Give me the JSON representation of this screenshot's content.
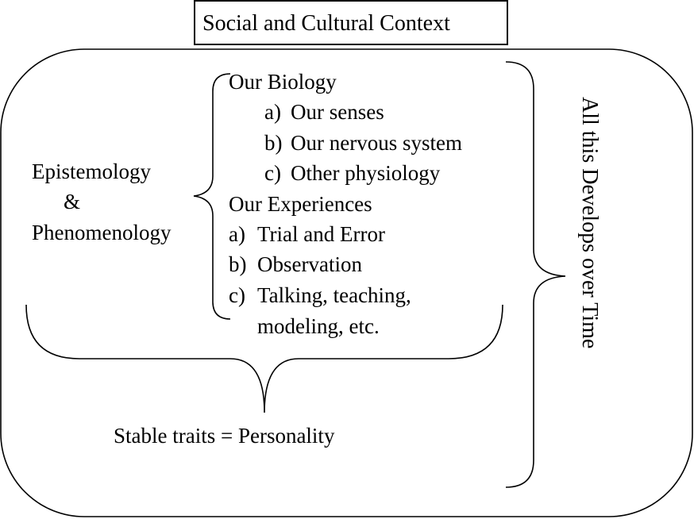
{
  "title": "Social and Cultural Context",
  "side_vertical": "All this Develops over Time",
  "left_label": {
    "line1": "Epistemology",
    "line2": "&",
    "line3": "Phenomenology"
  },
  "biology": {
    "heading": "Our Biology",
    "items": [
      {
        "marker": "a)",
        "text": "Our senses"
      },
      {
        "marker": "b)",
        "text": "Our nervous system"
      },
      {
        "marker": "c)",
        "text": "Other physiology"
      }
    ]
  },
  "experiences": {
    "heading": "Our Experiences",
    "items": [
      {
        "marker": "a)",
        "text": "Trial and Error"
      },
      {
        "marker": "b)",
        "text": "Observation"
      },
      {
        "marker": "c)",
        "text": "Talking, teaching,"
      },
      {
        "marker": "",
        "text": "modeling, etc."
      }
    ]
  },
  "bottom": "Stable traits = Personality"
}
